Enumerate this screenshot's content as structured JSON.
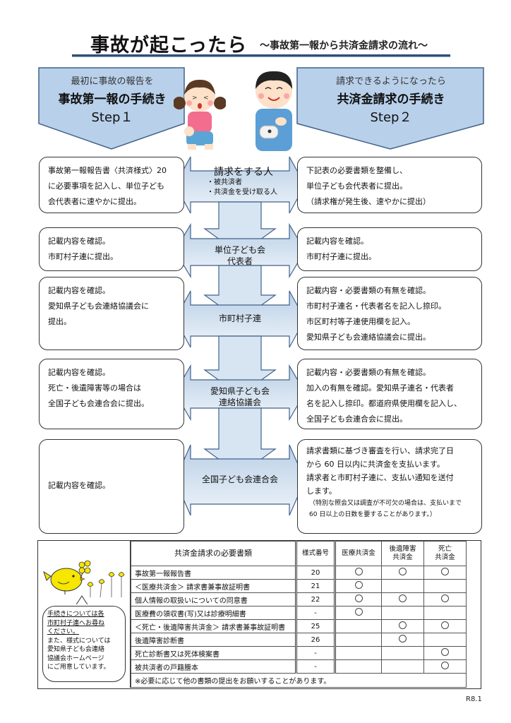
{
  "header": {
    "title": "事故が起こったら",
    "subtitle": "～事故第一報から共済金請求の流れ～"
  },
  "steps": [
    {
      "lead": "最初に事故の報告を",
      "name": "事故第一報の手続き",
      "label": "Step１",
      "icon": "crying-girl-illustration"
    },
    {
      "lead": "請求できるようになったら",
      "name": "共済金請求の手続き",
      "label": "Step２",
      "icon": "boy-with-bandaged-arm-illustration"
    }
  ],
  "flow": [
    {
      "node": "請求をする人",
      "bullets": [
        "・被共済者",
        "・共済金を受け取る人"
      ],
      "left": [
        "事故第一報報告書〈共済様式〉20",
        "に必要事項を記入し、単位子ども",
        "会代表者に速やかに提出。"
      ],
      "right": [
        "下記表の必要書類を整備し、",
        "単位子ども会代表者に提出。",
        "（請求権が発生後、速やかに提出）"
      ]
    },
    {
      "node": "単位子ども会",
      "node2": "代表者",
      "left": [
        "記載内容を確認。",
        "市町村子連に提出。"
      ],
      "right": [
        "記載内容を確認。",
        "市町村子連に提出。"
      ]
    },
    {
      "node": "市町村子連",
      "left": [
        "記載内容を確認。",
        "愛知県子ども会連絡協議会に",
        "提出。"
      ],
      "right": [
        "記載内容・必要書類の有無を確認。",
        "市町村子連名・代表者名を記入し捺印。",
        "市区町村等子連使用欄を記入。",
        "愛知県子ども会連絡協議会に提出。"
      ]
    },
    {
      "node": "愛知県子ども会",
      "node2": "連絡協議会",
      "left": [
        "記載内容を確認。",
        "死亡・後遺障害等の場合は",
        "全国子ども会連合会に提出。"
      ],
      "right": [
        "記載内容・必要書類の有無を確認。",
        "加入の有無を確認。愛知県子連名・代表者",
        "名を記入し捺印。都道府県使用欄を記入し、",
        "全国子ども会連合会に提出。"
      ]
    },
    {
      "node": "全国子ども会連合会",
      "left": [
        "記載内容を確認。"
      ],
      "right": [
        "請求書類に基づき審査を行い、請求完了日",
        "から 60 日以内に共済金を支払います。",
        "請求者と市町村子連に、支払い通知を送付",
        "します。"
      ],
      "right_note": [
        "（特別な照会又は調査が不可欠の場合は、支払いまで",
        " 60 日以上の日数を要することがあります。）"
      ]
    }
  ],
  "side_note": {
    "underlined": [
      "手続きについては各",
      "市町村子連へお尋ね",
      "ください。"
    ],
    "plain": [
      "また、様式については",
      "愛知県子ども会連絡",
      "協議会ホームページ",
      "にご用意しています。"
    ],
    "icon": "bird-with-flowers-illustration"
  },
  "table": {
    "headers": [
      "共済金請求の必要書類",
      "様式番号",
      "医療共済金",
      "後遺障害\n共済金",
      "死亡\n共済金"
    ],
    "rows": [
      {
        "name": "事故第一報報告書",
        "form": "20",
        "medical": true,
        "disability": true,
        "death": true
      },
      {
        "name": "＜医療共済金＞ 請求書兼事故証明書",
        "form": "21",
        "medical": true,
        "disability": false,
        "death": false
      },
      {
        "name": "個人情報の取扱いについての同意書",
        "form": "22",
        "medical": true,
        "disability": true,
        "death": true
      },
      {
        "name": "医療費の領収書(写)又は診療明細書",
        "form": "-",
        "medical": true,
        "disability": false,
        "death": false
      },
      {
        "name": "＜死亡・後遺障害共済金＞ 請求書兼事故証明書",
        "form": "25",
        "medical": false,
        "disability": true,
        "death": true
      },
      {
        "name": "後遺障害診断書",
        "form": "26",
        "medical": false,
        "disability": true,
        "death": false
      },
      {
        "name": "死亡診断書又は死体検案書",
        "form": "-",
        "medical": false,
        "disability": false,
        "death": true
      },
      {
        "name": "被共済者の戸籍謄本",
        "form": "-",
        "medical": false,
        "disability": false,
        "death": true
      }
    ],
    "footnote": "※必要に応じて他の書類の提出をお願いすることがあります。"
  },
  "footer": {
    "version": "R8.1"
  },
  "colors": {
    "arrow_fill_top": "#b9cfe6",
    "arrow_fill_bottom": "#eef4fa",
    "arrow_stroke": "#41628a",
    "title_rule": "#2f4f7a",
    "step_fill": "#b8d0ea"
  }
}
